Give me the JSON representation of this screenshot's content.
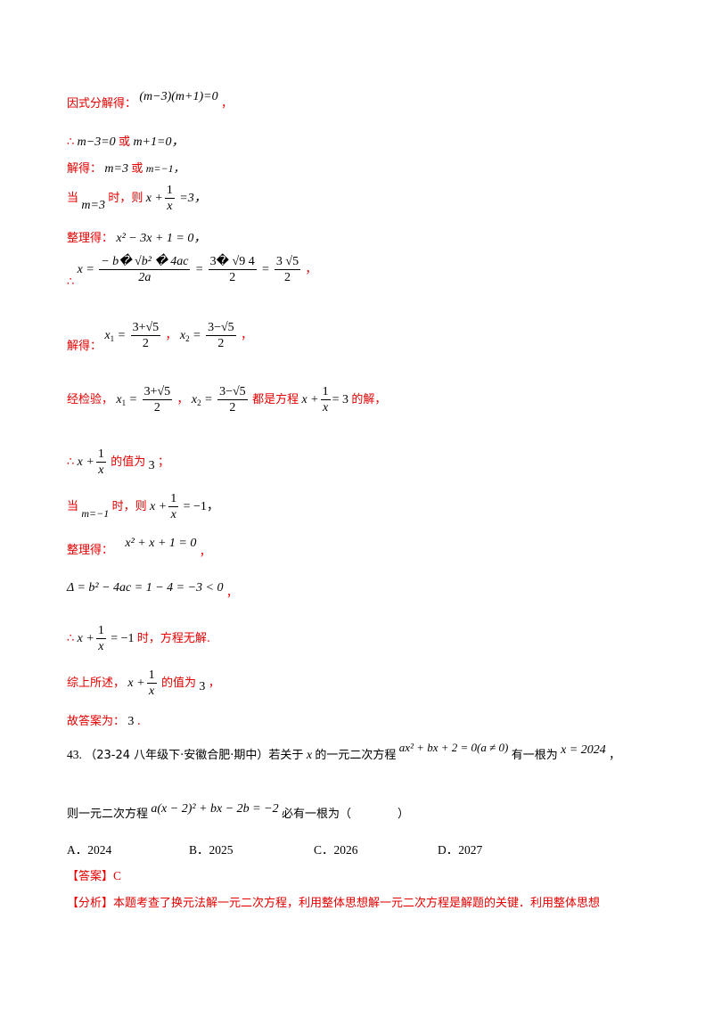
{
  "lines": {
    "factor_label": "因式分解得：",
    "factor_eq": "(m−3)(m+1)=0",
    "therefore_sym": "∴",
    "roots_eq1": "m−3=0",
    "or1": "或",
    "roots_eq2": "m+1=0，",
    "solve_label": "解得：",
    "solve_m1": "m=3",
    "or2": "或",
    "solve_m2": "m=−1，",
    "when1_a": "当",
    "when1_m": "m=3",
    "when1_b": "时，则",
    "when1_eq": "=3，",
    "tidy1_label": "整理得：",
    "tidy1_eq": "x² − 3x + 1 = 0，",
    "quad_lhs": "x =",
    "quad_garbled_num": "− b� √b² � 4ac",
    "quad_den": "2a",
    "quad_mid_num": "3� √9 4",
    "quad_mid_den": "2",
    "quad_end_num": "3  √5",
    "quad_end_den": "2",
    "solve2_label": "解得：",
    "x1_num": "3+√5",
    "x2_num": "3−√5",
    "den2": "2",
    "check_label": "经检验，",
    "check_mid": "都是方程",
    "check_end": "的解，",
    "value_is": "的值为",
    "three": "3",
    "semicolon": "；",
    "when2_a": "当",
    "when2_m": "m=−1",
    "when2_b": "时，则",
    "when2_eq": "= −1，",
    "tidy2_label": "整理得：",
    "tidy2_eq": "x² + x + 1 = 0",
    "comma": "，",
    "delta_eq": "Δ = b² − 4ac = 1 − 4 = −3 < 0",
    "when3_eq": "= −1",
    "when3_text": "时，方程无解.",
    "summary_label": "综上所述，",
    "summary_end": "，",
    "answer_label": "故答案为：",
    "answer_value": "3",
    "period": "."
  },
  "question": {
    "number": "43.",
    "source": "（23-24 八年级下·安徽合肥·期中）若关于",
    "var": "x",
    "text1": "的一元二次方程",
    "eq1": "ax² + bx + 2 = 0(a ≠ 0)",
    "text2": "有一根为",
    "eq2": "x = 2024",
    "text2_end": "，",
    "text3": "则一元二次方程",
    "eq3": "a(x − 2)² + bx − 2b = −2",
    "text4": "必有一根为（　　　　）",
    "options": [
      {
        "letter": "A．",
        "value": "2024"
      },
      {
        "letter": "B．",
        "value": "2025"
      },
      {
        "letter": "C．",
        "value": "2026"
      },
      {
        "letter": "D．",
        "value": "2027"
      }
    ]
  },
  "answer": {
    "label": "【答案】",
    "value": "C"
  },
  "analysis": {
    "label": "【分析】",
    "text": "本题考查了换元法解一元二次方程，利用整体思想解一元二次方程是解题的关键．利用整体思想"
  },
  "colors": {
    "solution": "#e60000",
    "text": "#000000"
  }
}
